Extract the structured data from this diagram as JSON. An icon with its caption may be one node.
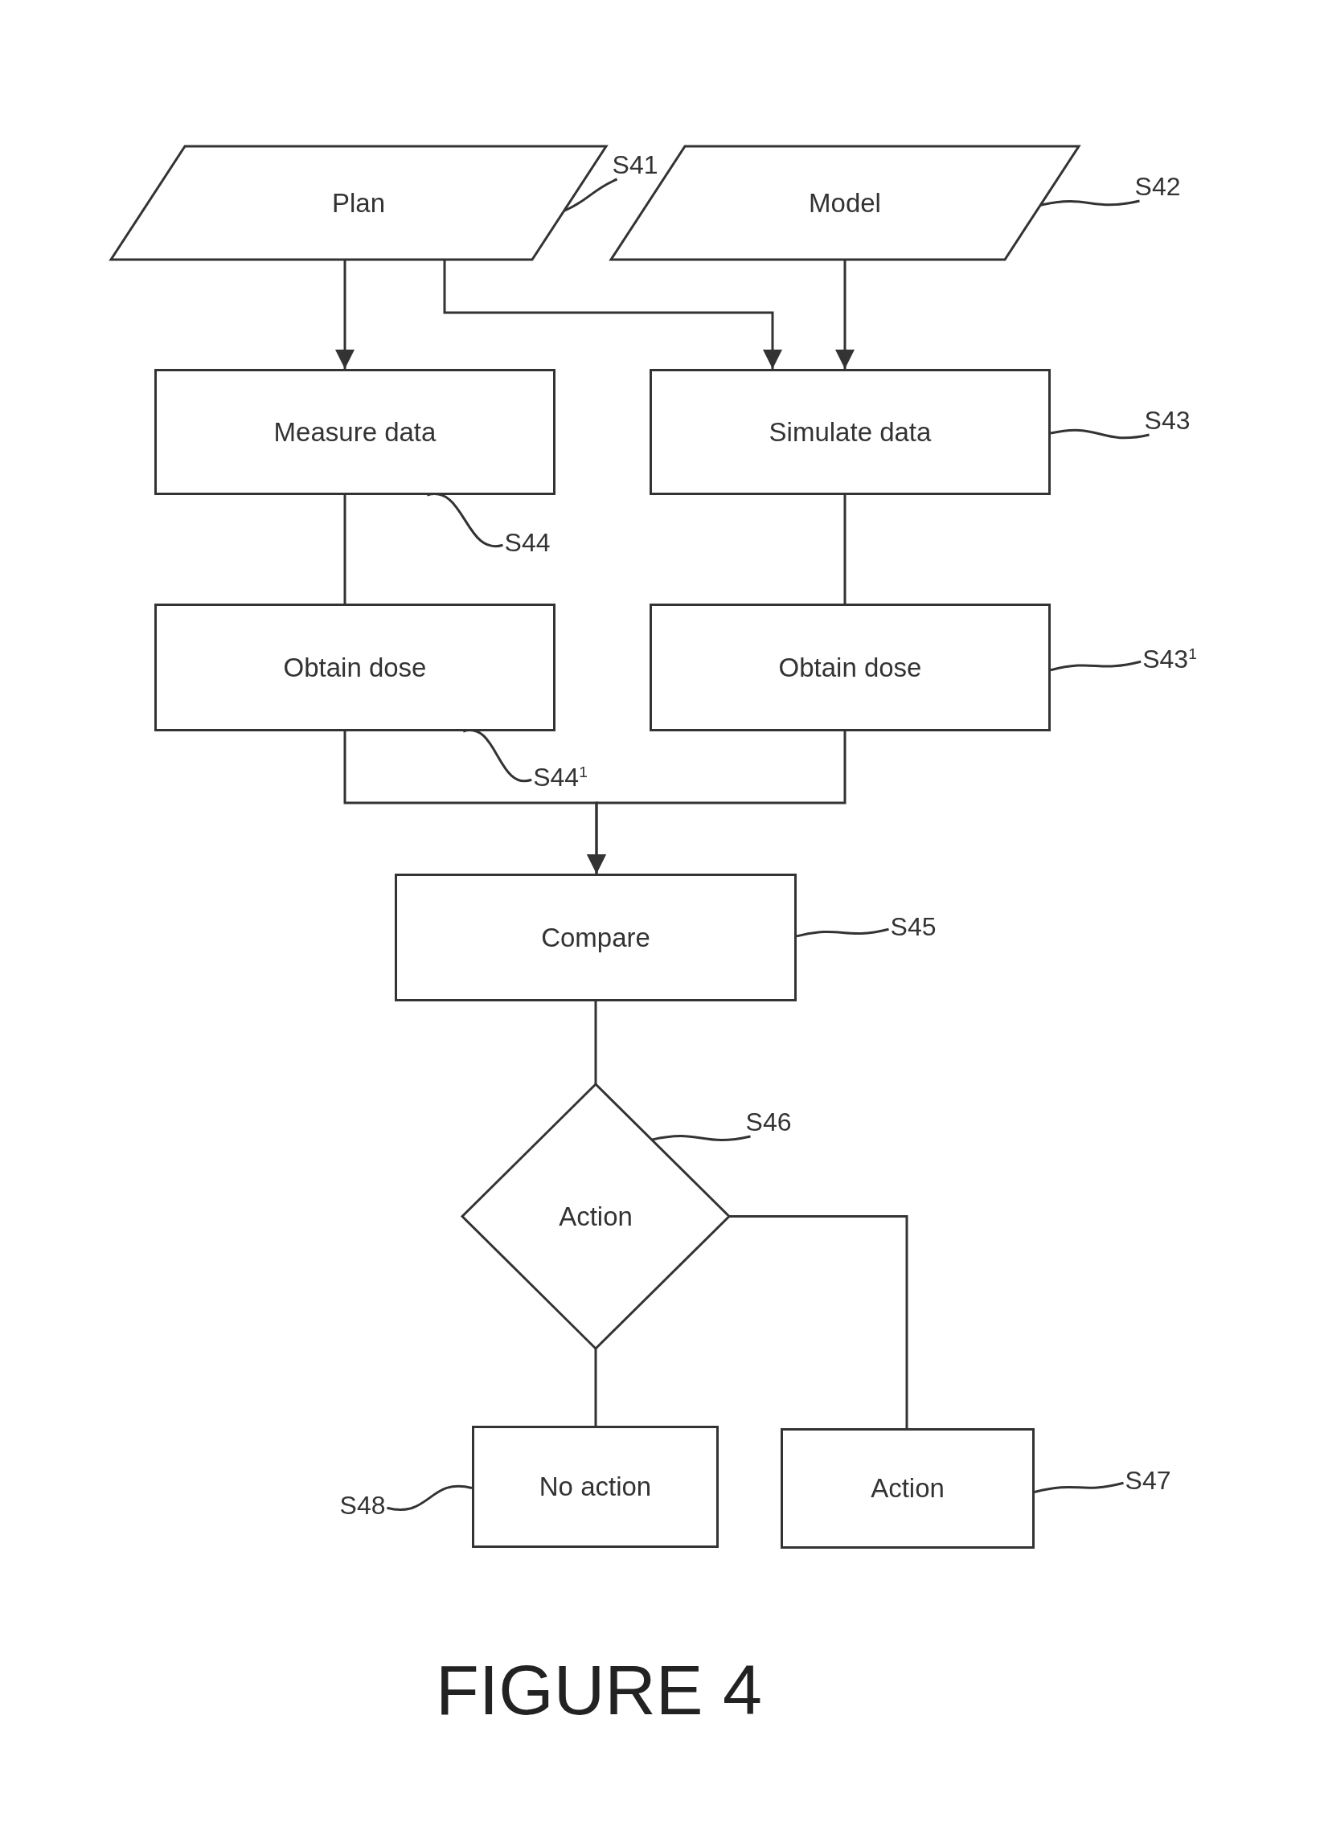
{
  "diagram": {
    "caption": "FIGURE 4",
    "nodes": [
      {
        "text": [
          "Plan"
        ]
      },
      {
        "text": [
          "Model"
        ]
      },
      {
        "text": [
          "Measure data"
        ]
      },
      {
        "text": [
          "Simulate data"
        ]
      },
      {
        "text": [
          "Obtain dose"
        ]
      },
      {
        "text": [
          "Obtain dose"
        ]
      },
      {
        "text": [
          "Compare"
        ]
      },
      {
        "text": [
          "Action"
        ]
      },
      {
        "text": [
          "No action"
        ]
      },
      {
        "text": [
          "Action"
        ]
      },
      {
        "text": [
          "S41"
        ]
      },
      {
        "text": [
          "S42"
        ]
      },
      {
        "text": [
          "S43"
        ]
      },
      {
        "text": [
          "S44"
        ]
      },
      {
        "text": [
          "S43$^{1}$"
        ]
      },
      {
        "text": [
          "S44$^{1}$"
        ]
      },
      {
        "text": [
          "S45"
        ]
      },
      {
        "text": [
          "S46"
        ]
      },
      {
        "text": [
          "S47"
        ]
      },
      {
        "text": [
          "S48"
        ]
      }
    ],
    "edges": [
      {
        "from": 0,
        "to": 2,
        "arrow": "to"
      },
      {
        "from": 0,
        "to": 3,
        "arrow": "to"
      },
      {
        "from": 1,
        "to": 3,
        "arrow": "to"
      },
      {
        "from": 2,
        "to": 4,
        "arrow": "none"
      },
      {
        "from": 3,
        "to": 5,
        "arrow": "none"
      },
      {
        "from": 4,
        "to": 6,
        "arrow": "to"
      },
      {
        "from": 5,
        "to": 6,
        "arrow": "to"
      },
      {
        "from": 6,
        "to": 7,
        "arrow": "none"
      },
      {
        "from": 7,
        "to": 8,
        "arrow": "none"
      },
      {
        "from": 7,
        "to": 9,
        "arrow": "none"
      },
      {
        "from": 10,
        "to": 0,
        "arrow": "none"
      },
      {
        "from": 11,
        "to": 1,
        "arrow": "none"
      },
      {
        "from": 12,
        "to": 3,
        "arrow": "none"
      },
      {
        "from": 13,
        "to": 2,
        "arrow": "none"
      },
      {
        "from": 14,
        "to": 5,
        "arrow": "none"
      },
      {
        "from": 15,
        "to": 4,
        "arrow": "none"
      },
      {
        "from": 16,
        "to": 6,
        "arrow": "none"
      },
      {
        "from": 17,
        "to": 7,
        "arrow": "none"
      },
      {
        "from": 18,
        "to": 9,
        "arrow": "none"
      },
      {
        "from": 19,
        "to": 8,
        "arrow": "none"
      }
    ]
  }
}
